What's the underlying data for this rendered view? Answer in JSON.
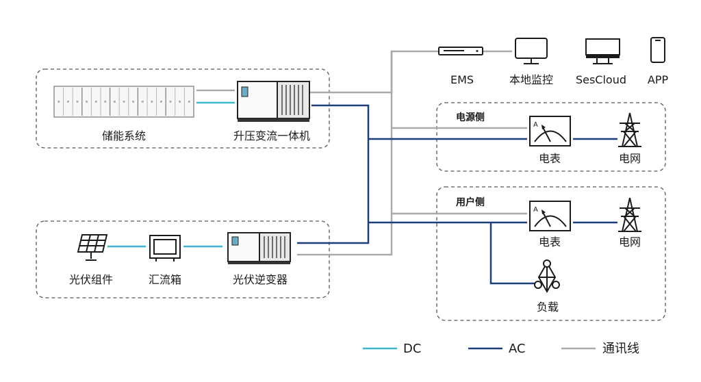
{
  "colors": {
    "dc": "#3ab8c9",
    "ac": "#1d3f7a",
    "comm": "#a9a9a9"
  },
  "nodes": {
    "storage": "储能系统",
    "pcs": "升压变流一体机",
    "pv_modules": "光伏组件",
    "combiner": "汇流箱",
    "pv_inverter": "光伏逆变器",
    "ems": "EMS",
    "local_monitor": "本地监控",
    "sescloud": "SesCloud",
    "app": "APP",
    "meter_source": "电表",
    "grid_source": "电网",
    "meter_user": "电表",
    "grid_user": "电网",
    "load": "负载"
  },
  "groups": {
    "source_side": "电源侧",
    "user_side": "用户侧"
  },
  "icons": {
    "meter": "meter-icon",
    "grid": "transmission-tower-icon",
    "load": "load-network-icon",
    "ems": "ems-rack-icon",
    "monitor": "monitor-icon",
    "cloud_server": "cloud-server-icon",
    "phone": "phone-icon",
    "solar": "solar-panel-icon",
    "combiner": "combiner-box-icon",
    "battery": "battery-rack-icon",
    "converter": "converter-cabinet-icon"
  },
  "legend": [
    {
      "key": "dc",
      "label": "DC"
    },
    {
      "key": "ac",
      "label": "AC"
    },
    {
      "key": "comm",
      "label": "通讯线"
    }
  ]
}
